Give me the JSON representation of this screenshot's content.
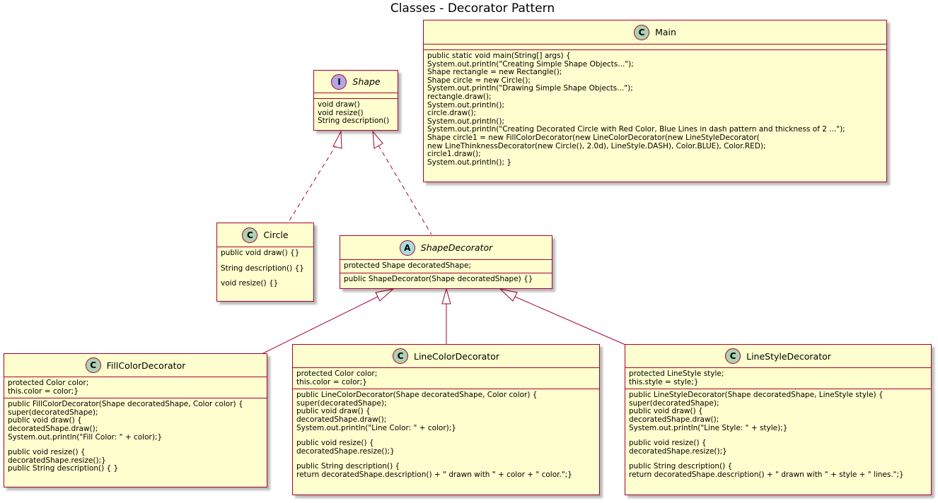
{
  "title": "Classes - Decorator Pattern",
  "colors": {
    "fill": "#FEFECE",
    "border": "#A80036",
    "class_badge": "#ADD1B2",
    "interface_badge": "#B4A7E5",
    "abstract_badge": "#A9DCDF"
  },
  "classes": {
    "main": {
      "name": "Main",
      "stereotype": "C",
      "fields": [],
      "methods": [
        "public static void main(String[] args) {",
        "System.out.println(\"Creating Simple Shape Objects...\");",
        "Shape rectangle = new Rectangle();",
        "Shape circle = new Circle();",
        "System.out.println(\"Drawing Simple Shape Objects...\");",
        "rectangle.draw();",
        "System.out.println();",
        "circle.draw();",
        "System.out.println();",
        "System.out.println(\"Creating Decorated Circle with Red Color, Blue Lines in dash pattern and thickness of 2 ...\");",
        "Shape circle1 = new FillColorDecorator(new LineColorDecorator(new LineStyleDecorator(",
        "new LineThinknessDecorator(new Circle(), 2.0d), LineStyle.DASH), Color.BLUE), Color.RED);",
        "circle1.draw();",
        "System.out.println(); }"
      ]
    },
    "shape": {
      "name": "Shape",
      "stereotype": "I",
      "fields": [],
      "methods": [
        "void draw()",
        "void resize()",
        "String description()"
      ]
    },
    "circle": {
      "name": "Circle",
      "stereotype": "C",
      "methods": [
        "public void draw() {}",
        "",
        "String description() {}",
        "",
        "void resize() {}"
      ]
    },
    "shape_decorator": {
      "name": "ShapeDecorator",
      "stereotype": "A",
      "fields": [
        "protected Shape decoratedShape;"
      ],
      "methods": [
        "public ShapeDecorator(Shape decoratedShape) {}"
      ]
    },
    "fill_color_decorator": {
      "name": "FillColorDecorator",
      "stereotype": "C",
      "fields": [
        "protected Color color;",
        "this.color = color;}"
      ],
      "methods": [
        "public FillColorDecorator(Shape decoratedShape, Color color) {",
        "super(decoratedShape);",
        "public void draw() {",
        "decoratedShape.draw();",
        "System.out.println(\"Fill Color: \" + color);}",
        "",
        "public void resize() {",
        "decoratedShape.resize();}",
        "public String description() { }"
      ]
    },
    "line_color_decorator": {
      "name": "LineColorDecorator",
      "stereotype": "C",
      "fields": [
        "protected Color color;",
        "this.color = color;}"
      ],
      "methods": [
        "public LineColorDecorator(Shape decoratedShape, Color color) {",
        "super(decoratedShape);",
        "public void draw() {",
        "decoratedShape.draw();",
        "System.out.println(\"Line Color: \" + color);}",
        "",
        "public void resize() {",
        "decoratedShape.resize();}",
        "",
        "public String description() {",
        "return decoratedShape.description() + \" drawn with \" + color + \" color.\";}"
      ]
    },
    "line_style_decorator": {
      "name": "LineStyleDecorator",
      "stereotype": "C",
      "fields": [
        "protected LineStyle style;",
        "this.style = style;}"
      ],
      "methods": [
        "public LineStyleDecorator(Shape decoratedShape, LineStyle style) {",
        "super(decoratedShape);",
        "public void draw() {",
        "decoratedShape.draw();",
        "System.out.println(\"Line Style: \" + style);}",
        "",
        "public void resize() {",
        "decoratedShape.resize();}",
        "",
        "public String description() {",
        "return decoratedShape.description() + \" drawn with \" + style + \" lines.\";}"
      ]
    }
  }
}
